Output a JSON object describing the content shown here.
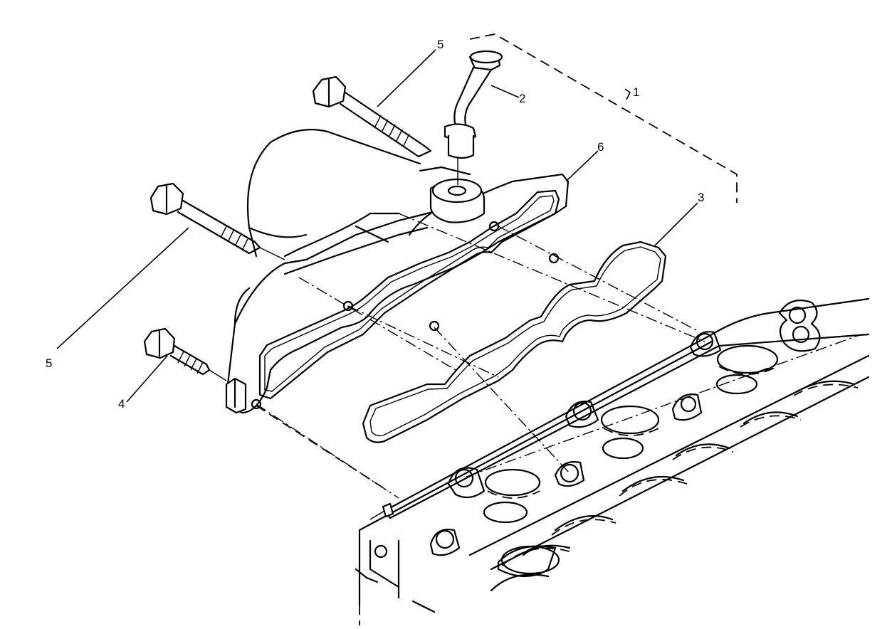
{
  "callouts": [
    {
      "id": "1",
      "text": "1"
    },
    {
      "id": "2",
      "text": "2"
    },
    {
      "id": "3",
      "text": "3"
    },
    {
      "id": "4",
      "text": "4"
    },
    {
      "id": "5a",
      "text": "5"
    },
    {
      "id": "5b",
      "text": "5"
    },
    {
      "id": "6",
      "text": "6"
    }
  ]
}
